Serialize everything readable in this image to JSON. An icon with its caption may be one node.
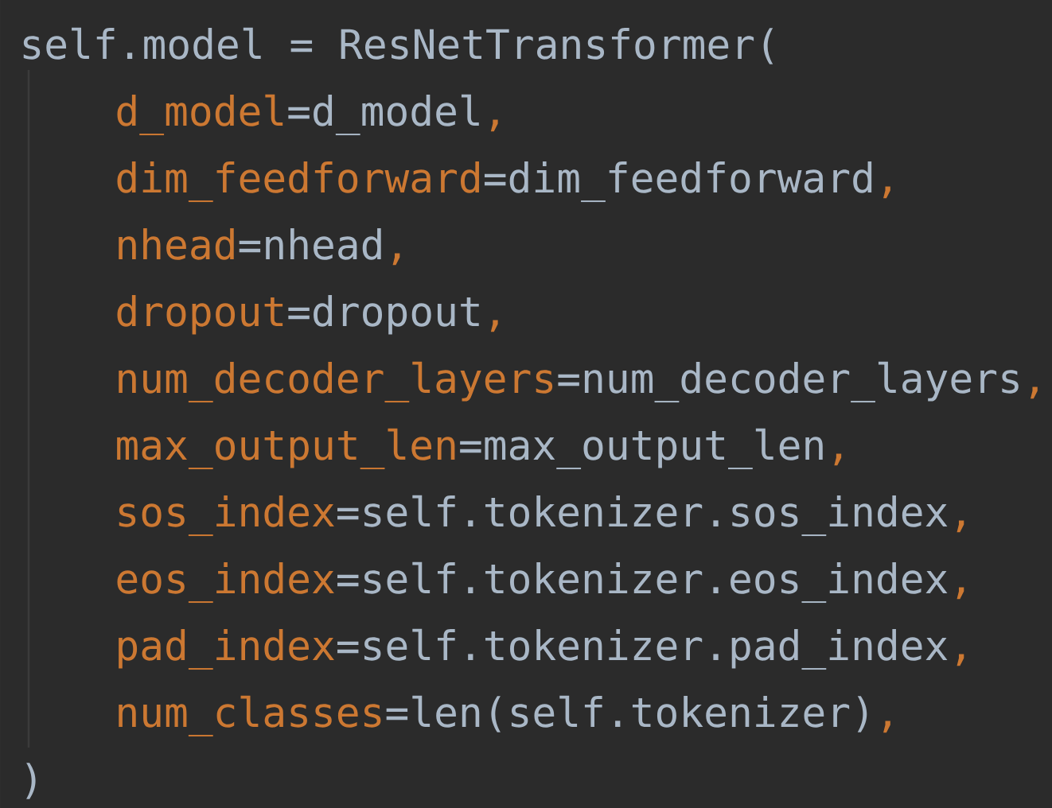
{
  "diagram": {
    "labels": [
      "self.model = ResNetTransformer(",
      "d_model=d_model,",
      "dim_feedforward=dim_feedforward,",
      "nhead=nhead,",
      "dropout=dropout,",
      "num_decoder_layers=num_decoder_layers,",
      "max_output_len=max_output_len,",
      "sos_index=self.tokenizer.sos_index,",
      "eos_index=self.tokenizer.eos_index,",
      "pad_index=self.tokenizer.pad_index,",
      "num_classes=len(self.tokenizer),",
      ")"
    ]
  }
}
